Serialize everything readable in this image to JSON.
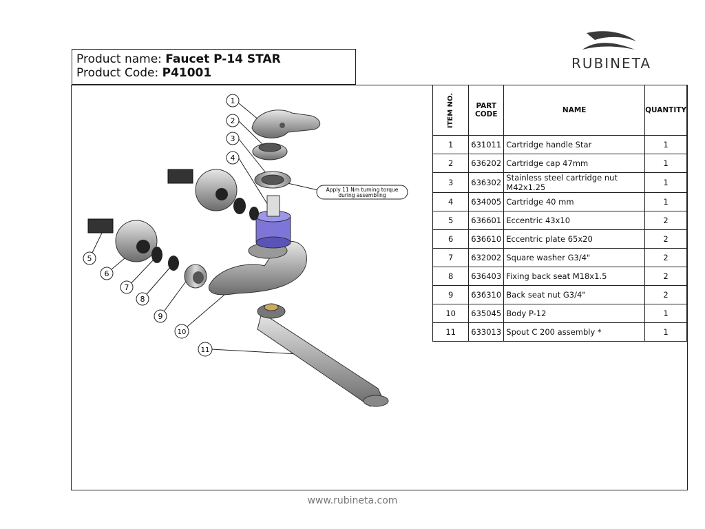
{
  "header": {
    "product_name_label": "Product name: ",
    "product_name": "Faucet P-14 STAR",
    "product_code_label": "Product Code: ",
    "product_code": "P41001"
  },
  "logo": {
    "text": "RUBINETA",
    "icon": "rubineta-swoosh-logo"
  },
  "drawing": {
    "callouts": [
      "1",
      "2",
      "3",
      "4",
      "5",
      "6",
      "7",
      "8",
      "9",
      "10",
      "11"
    ],
    "note_line1": "Apply 11 Nm turning torque",
    "note_line2": "during assembling"
  },
  "bom": {
    "headers": {
      "item": "ITEM NO.",
      "part": "PART CODE",
      "name": "NAME",
      "qty": "QUANTITY"
    },
    "rows": [
      {
        "item": "1",
        "code": "631011",
        "name": "Cartridge handle Star",
        "qty": "1"
      },
      {
        "item": "2",
        "code": "636202",
        "name": "Cartridge cap 47mm",
        "qty": "1"
      },
      {
        "item": "3",
        "code": "636302",
        "name": "Stainless steel cartridge nut  M42x1.25",
        "qty": "1"
      },
      {
        "item": "4",
        "code": "634005",
        "name": "Cartridge 40 mm",
        "qty": "1"
      },
      {
        "item": "5",
        "code": "636601",
        "name": "Eccentric 43x10",
        "qty": "2"
      },
      {
        "item": "6",
        "code": "636610",
        "name": "Eccentric plate 65x20",
        "qty": "2"
      },
      {
        "item": "7",
        "code": "632002",
        "name": "Square washer G3/4\"",
        "qty": "2"
      },
      {
        "item": "8",
        "code": "636403",
        "name": "Fixing back seat M18x1.5",
        "qty": "2"
      },
      {
        "item": "9",
        "code": "636310",
        "name": "Back seat nut G3/4\"",
        "qty": "2"
      },
      {
        "item": "10",
        "code": "635045",
        "name": "Body P-12",
        "qty": "1"
      },
      {
        "item": "11",
        "code": "633013",
        "name": "Spout C 200 assembly *",
        "qty": "1"
      }
    ]
  },
  "footer": {
    "url": "www.rubineta.com"
  }
}
